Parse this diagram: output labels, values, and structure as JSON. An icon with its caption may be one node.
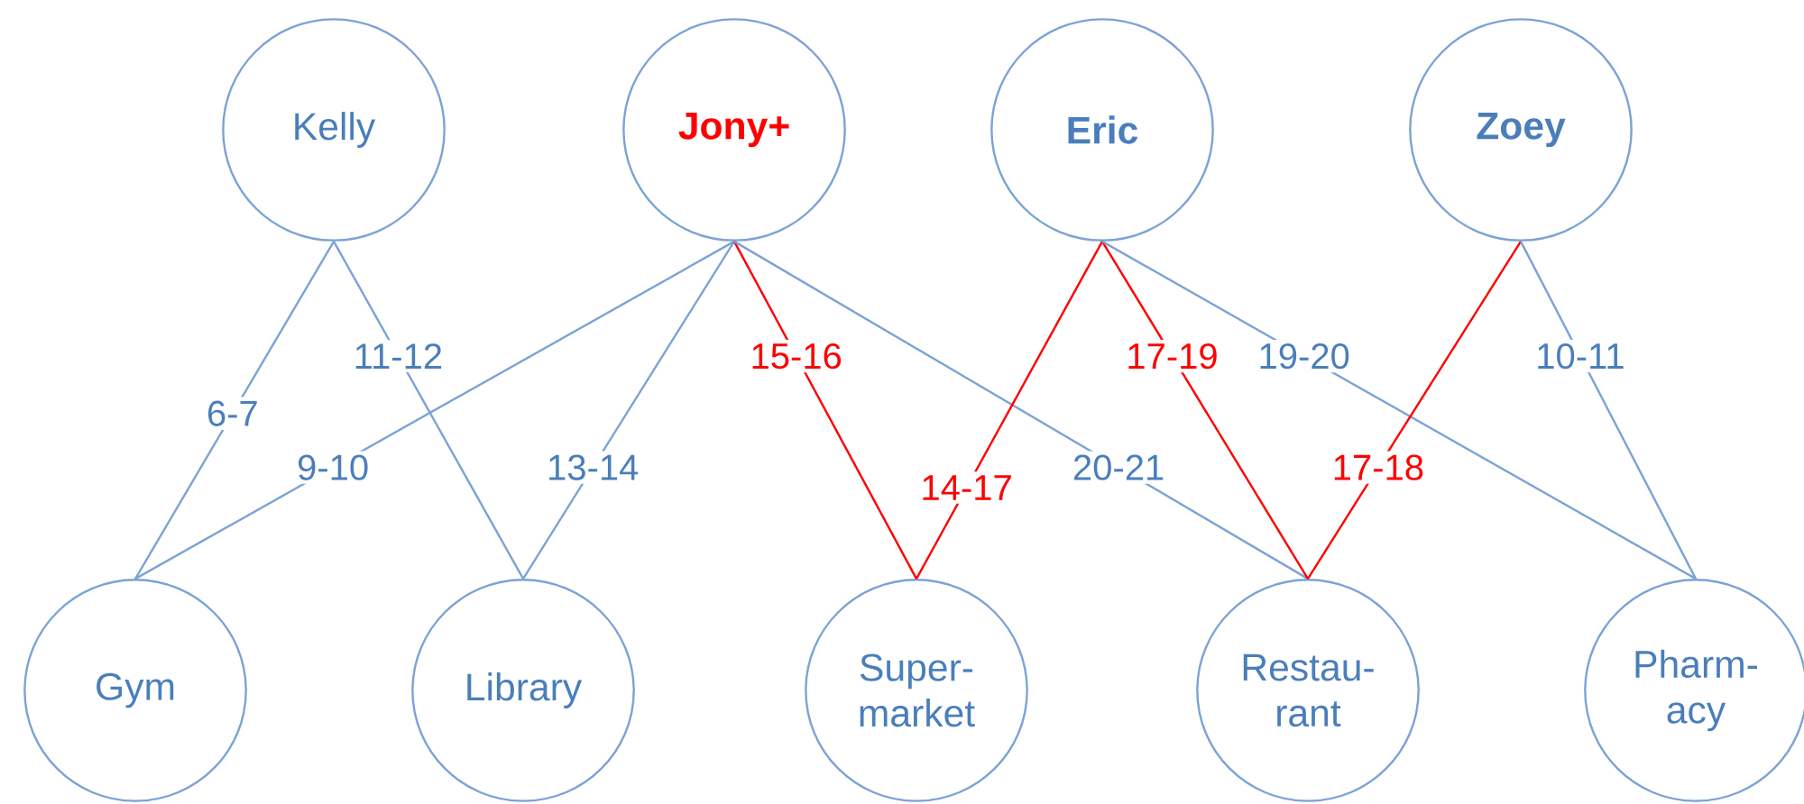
{
  "diagram": {
    "nodes": [
      {
        "text": [
          "Kelly"
        ]
      },
      {
        "text": [
          "Jony+"
        ]
      },
      {
        "text": [
          "Eric"
        ]
      },
      {
        "text": [
          "Zoey"
        ]
      },
      {
        "text": [
          "Gym"
        ]
      },
      {
        "text": [
          "Library"
        ]
      },
      {
        "text": [
          "Super-market"
        ]
      },
      {
        "text": [
          "Restau-rant"
        ]
      },
      {
        "text": [
          "Pharm-acy"
        ]
      }
    ],
    "edges": [
      {
        "from": 0,
        "to": 4,
        "arrow": "none",
        "label": "6-7"
      },
      {
        "from": 0,
        "to": 5,
        "arrow": "none",
        "label": "11-12"
      },
      {
        "from": 1,
        "to": 4,
        "arrow": "none",
        "label": "9-10"
      },
      {
        "from": 1,
        "to": 5,
        "arrow": "none",
        "label": "13-14"
      },
      {
        "from": 1,
        "to": 6,
        "arrow": "none",
        "label": "15-16",
        "color": "#ff0000"
      },
      {
        "from": 1,
        "to": 7,
        "arrow": "none",
        "label": "20-21"
      },
      {
        "from": 2,
        "to": 6,
        "arrow": "none",
        "label": "14-17",
        "color": "#ff0000"
      },
      {
        "from": 2,
        "to": 7,
        "arrow": "none",
        "label": "17-19",
        "color": "#ff0000"
      },
      {
        "from": 2,
        "to": 8,
        "arrow": "none",
        "label": "19-20"
      },
      {
        "from": 3,
        "to": 7,
        "arrow": "none",
        "label": "17-18",
        "color": "#ff0000"
      },
      {
        "from": 3,
        "to": 8,
        "arrow": "none",
        "label": "10-11"
      }
    ]
  }
}
